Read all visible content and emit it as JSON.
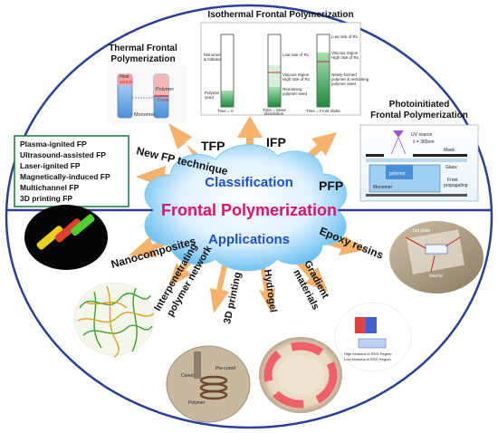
{
  "center": {
    "title": "Frontal Polymerization",
    "classification": "Classification",
    "applications": "Applications"
  },
  "classification": {
    "tfp_label": "TFP",
    "ifp_label": "IFP",
    "pfp_label": "PFP",
    "new_label": "New FP technique",
    "thermal": {
      "title_line1": "Thermal Frontal",
      "title_line2": "Polymerization",
      "heat": "Heat",
      "source": "source",
      "polymer": "Polymer",
      "front": "Front",
      "monomer": "Monomer"
    },
    "isothermal": {
      "title": "Isothermal Frontal Polymerization",
      "monomer_initiator_1": "Monomer",
      "monomer_initiator_2": "& Initiator",
      "polymer_seed_1": "Polymer",
      "polymer_seed_2": "seed",
      "low_rate": "Low rate of Rx",
      "viscous_1": "Viscous region",
      "viscous_2": "High rate of Rx",
      "remaining_1": "Remaining",
      "remaining_2": "polymer seed",
      "newly_1": "Newly-formed",
      "newly_2": "polymer & remaining",
      "newly_3": "polymer seed",
      "time0": "Time = 0",
      "time_seed_1": "Time = Seed",
      "time_seed_2": "dissolution",
      "time_front_1": "Time = Front starts"
    },
    "photo": {
      "title_line1": "Photoinitiated",
      "title_line2": "Frontal Polymerization",
      "uv": "UV source",
      "lambda": "λ = 365nm",
      "mask": "Mask",
      "glass": "Glass",
      "polymer": "polymer",
      "monomer": "Monomer",
      "front_1": "Front",
      "front_2": "propagating"
    },
    "new_items": [
      "Plasma-ignited FP",
      "Ultrasound-assisted FP",
      "Laser-ignited FP",
      "Magnetically-induced FP",
      "Multichannel FP",
      "3D printing FP"
    ]
  },
  "applications": {
    "nanocomposites": "Nanocomposites",
    "ipn_1": "Interpenetrating",
    "ipn_2": "polymer network",
    "printing": "3D printing",
    "hydrogel": "Hydrogel",
    "gradient_1": "Gradient",
    "gradient_2": "materials",
    "epoxy": "Epoxy resins",
    "printing_img": {
      "fixed": "Pre-cured",
      "cured": "Cured",
      "polymer": "Polymer"
    },
    "epoxy_img": {
      "hot": "hot plate",
      "source": "source"
    },
    "gradient_img": {
      "high": "High Modulus in RGD Region",
      "low": "Low Modulus in RGD Region"
    }
  },
  "colors": {
    "ring": "#2a3f9a",
    "center_blue": "#1a4fd0",
    "center_red": "#e0106a",
    "arrow": "#f5b26a",
    "box_green": "#1a7a3a",
    "text_dark": "#111111"
  }
}
